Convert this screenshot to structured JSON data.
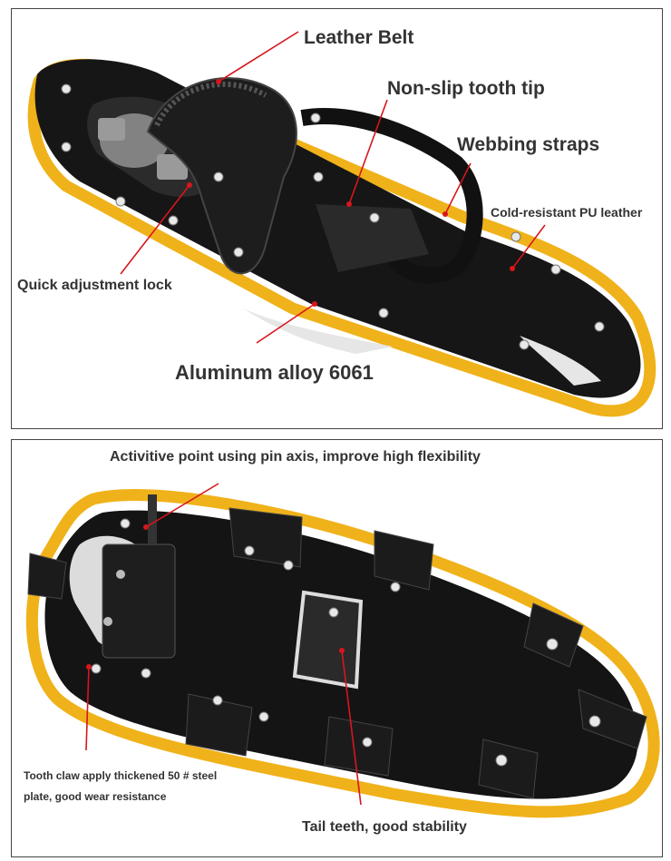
{
  "top_panel": {
    "labels": {
      "leather_belt": "Leather Belt",
      "non_slip_tooth_tip": "Non-slip tooth tip",
      "webbing_straps": "Webbing straps",
      "cold_resistant_pu": "Cold-resistant PU leather",
      "quick_adjustment_lock": "Quick adjustment lock",
      "aluminum_alloy": "Aluminum alloy 6061"
    }
  },
  "bottom_panel": {
    "labels": {
      "activitive_point": "Activitive point using pin axis, improve high flexibility",
      "tooth_claw_line1": "Tooth claw apply thickened 50 # steel",
      "tooth_claw_line2": "plate, good wear resistance",
      "tail_teeth": "Tail teeth, good stability"
    }
  },
  "colors": {
    "frame": "#f0b21a",
    "deck": "#141414",
    "pointer": "#d7161c",
    "text": "#333333"
  }
}
